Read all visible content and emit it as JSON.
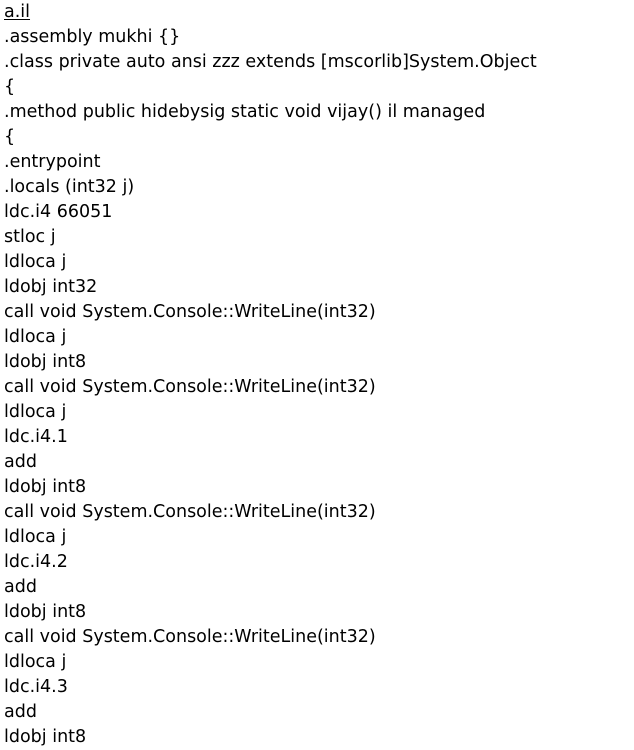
{
  "title": "a.il",
  "lines": [
    ".assembly mukhi {}",
    ".class private auto ansi zzz extends [mscorlib]System.Object",
    "{",
    ".method public hidebysig static void vijay() il managed",
    "{",
    ".entrypoint",
    ".locals (int32 j)",
    "ldc.i4 66051",
    "stloc j",
    "ldloca j",
    "ldobj int32",
    "call void System.Console::WriteLine(int32)",
    "ldloca j",
    "ldobj int8",
    "call void System.Console::WriteLine(int32)",
    "ldloca j",
    "ldc.i4.1",
    "add",
    "ldobj int8",
    "call void System.Console::WriteLine(int32)",
    "ldloca j",
    "ldc.i4.2",
    "add",
    "ldobj int8",
    "call void System.Console::WriteLine(int32)",
    "ldloca j",
    "ldc.i4.3",
    "add",
    "ldobj int8"
  ]
}
